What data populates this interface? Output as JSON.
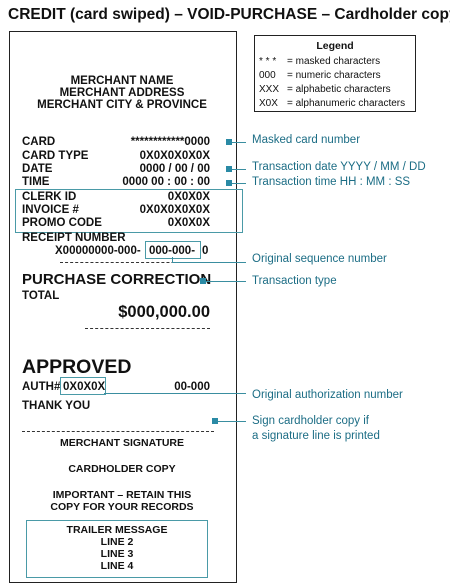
{
  "title": "CREDIT (card swiped) – VOID-PURCHASE – Cardholder copy",
  "legend": {
    "title": "Legend",
    "rows": [
      {
        "symbol": "* * *",
        "text": "= masked characters"
      },
      {
        "symbol": "000",
        "text": "= numeric characters"
      },
      {
        "symbol": "XXX",
        "text": "= alphabetic characters"
      },
      {
        "symbol": "X0X",
        "text": "= alphanumeric characters"
      }
    ]
  },
  "receipt": {
    "merchant_name": "MERCHANT NAME",
    "merchant_address": "MERCHANT ADDRESS",
    "merchant_city": "MERCHANT CITY & PROVINCE",
    "card_label": "CARD",
    "card_value": "************0000",
    "card_type_label": "CARD TYPE",
    "card_type_value": "0X0X0X0X0X",
    "date_label": "DATE",
    "date_value": "0000 / 00 / 00",
    "time_label": "TIME",
    "time_value": "0000 00 : 00 : 00",
    "clerk_label": "CLERK ID",
    "clerk_value": "0X0X0X",
    "invoice_label": "INVOICE #",
    "invoice_value": "0X0X0X0X0X",
    "promo_label": "PROMO CODE",
    "promo_value": "0X0X0X",
    "receipt_number_label": "RECEIPT NUMBER",
    "receipt_number_prefix": "X00000000-000-",
    "receipt_number_seq": "000-000-",
    "receipt_number_suffix": "0",
    "transaction_type": "PURCHASE CORRECTION",
    "total_label": "TOTAL",
    "total_value": "$000,000.00",
    "approved": "APPROVED",
    "auth_label": "AUTH#",
    "auth_value": "0X0X0X",
    "auth_right": "00-000",
    "thank_you": "THANK YOU",
    "merchant_signature": "MERCHANT SIGNATURE",
    "cardholder_copy": "CARDHOLDER COPY",
    "important_line1": "IMPORTANT – RETAIN THIS",
    "important_line2": "COPY FOR YOUR RECORDS",
    "trailer": [
      "TRAILER MESSAGE",
      "LINE 2",
      "LINE 3",
      "LINE 4"
    ]
  },
  "annotations": {
    "masked_card": "Masked card number",
    "transaction_date": "Transaction date YYYY / MM / DD",
    "transaction_time": "Transaction time HH : MM : SS",
    "original_sequence": "Original sequence number",
    "transaction_type": "Transaction type",
    "original_auth": "Original authorization number",
    "sign_line1": "Sign cardholder copy if",
    "sign_line2": "a signature line is printed"
  },
  "colors": {
    "highlight_border": "#4a9aa7",
    "annotation_text": "#1c6d85",
    "leader_dot": "#2a8aa5"
  }
}
